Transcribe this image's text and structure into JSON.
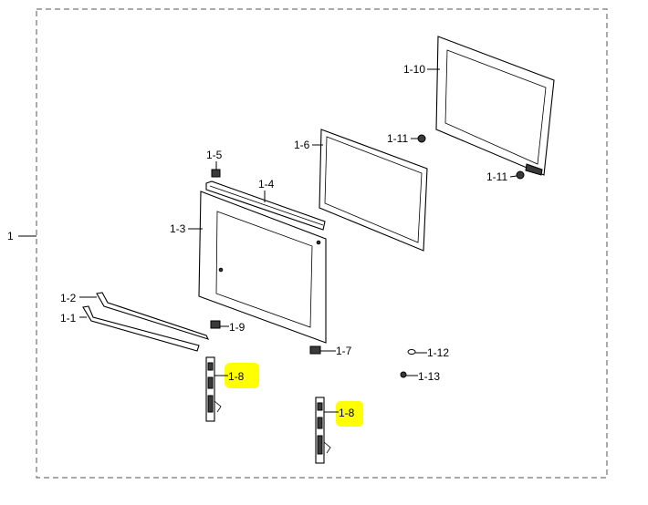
{
  "labels": {
    "assembly": "1",
    "p1_1": "1-1",
    "p1_2": "1-2",
    "p1_3": "1-3",
    "p1_4": "1-4",
    "p1_5": "1-5",
    "p1_6": "1-6",
    "p1_7": "1-7",
    "p1_8a": "1-8",
    "p1_8b": "1-8",
    "p1_9": "1-9",
    "p1_10": "1-10",
    "p1_11a": "1-11",
    "p1_11b": "1-11",
    "p1_12": "1-12",
    "p1_13": "1-13"
  },
  "colors": {
    "highlight": "#ffff00",
    "line": "#000000",
    "border_dash": "#555555"
  }
}
